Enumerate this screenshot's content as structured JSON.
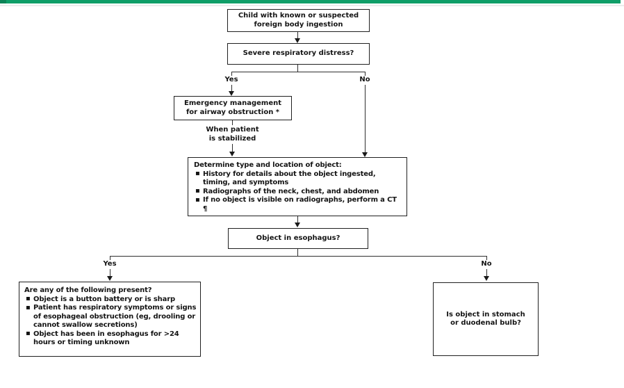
{
  "page": {
    "accent_color": "#0f9e68",
    "background_color": "#ffffff"
  },
  "flowchart": {
    "nodes": {
      "start": {
        "lines": [
          "Child with known or suspected",
          "foreign body ingestion"
        ]
      },
      "q_distress": {
        "text": "Severe respiratory distress?"
      },
      "emergency": {
        "lines": [
          "Emergency management",
          "for airway obstruction *"
        ]
      },
      "stabilized": {
        "lines": [
          "When patient",
          "is stabilized"
        ]
      },
      "determine": {
        "title": "Determine type and location of object:",
        "bullets": [
          "History for details about the object ingested, timing, and symptoms",
          "Radiographs of the neck, chest, and abdomen",
          "If no object is visible on radiographs, perform a CT ¶"
        ]
      },
      "q_esophagus": {
        "text": "Object in esophagus?"
      },
      "present": {
        "title": "Are any of the following present?",
        "bullets": [
          "Object is a button battery or is sharp",
          "Patient has respiratory symptoms or signs of esophageal obstruction (eg, drooling or cannot swallow secretions)",
          "Object has been in esophagus for >24 hours or timing unknown"
        ]
      },
      "q_stomach": {
        "lines": [
          "Is object in stomach",
          "or duodenal bulb?"
        ]
      }
    },
    "labels": {
      "branch1_yes": "Yes",
      "branch1_no": "No",
      "branch2_yes": "Yes",
      "branch2_no": "No"
    }
  }
}
